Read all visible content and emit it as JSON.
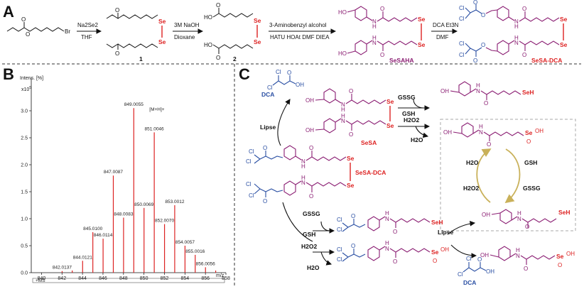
{
  "panels": {
    "a": "A",
    "b": "B",
    "c": "C"
  },
  "panel_a": {
    "step1_reagent": "Na2Se2",
    "step1_solvent": "THF",
    "step2_reagent": "3M NaOH",
    "step2_solvent": "Dioxane",
    "step3_reagent": "3-Aminobenzyl alcohol",
    "step3_conditions": "HATU HOAt DMF DIEA",
    "step4_reagent": "DCA Et3N",
    "step4_solvent": "DMF",
    "compound1": "1",
    "compound2": "2",
    "sesaha": "SeSAHA",
    "sesa_dca": "SeSA-DCA",
    "br": "Br",
    "se": "Se",
    "o": "O",
    "ho": "HO",
    "h": "H",
    "n": "N",
    "cl": "Cl"
  },
  "panel_c": {
    "dca": "DCA",
    "dca2": "DCA",
    "lipse1": "Lipse",
    "lipse2": "Lipse",
    "sesa": "SeSA",
    "sesa_dca": "SeSA-DCA",
    "gssg_top": "GSSG",
    "gsh_top": "GSH",
    "h2o2_top": "H2O2",
    "h2o_top": "H2O",
    "gssg_bot": "GSSG",
    "gsh_bot": "GSH",
    "h2o2_bot": "H2O2",
    "h2o_bot": "H2O",
    "box_h2o": "H2O",
    "box_h2o2": "H2O2",
    "box_gsh": "GSH",
    "box_gssg": "GSSG",
    "seh": "SeH",
    "seoh": "Se",
    "oh": "OH",
    "o": "O",
    "cl": "Cl",
    "h": "H",
    "n": "N"
  },
  "chart_data": {
    "type": "bar",
    "ylabel": "Intens. [%]",
    "y_multiplier": "x10",
    "y_multiplier_exp": "5",
    "xlabel": "m/z",
    "ion_label": "+MS",
    "xlim": [
      839,
      858
    ],
    "ylim": [
      0,
      3.5
    ],
    "x_ticks": [
      840,
      842,
      844,
      846,
      848,
      850,
      852,
      854,
      856,
      858
    ],
    "y_ticks": [
      0.0,
      0.5,
      1.0,
      1.5,
      2.0,
      2.5,
      3.0
    ],
    "ion_annotation": "[M+H]+",
    "peaks": [
      {
        "x": 842.0137,
        "y": 0.03,
        "label": "842.0137"
      },
      {
        "x": 843.0,
        "y": 0.04,
        "label": ""
      },
      {
        "x": 844.0121,
        "y": 0.22,
        "label": "844.0121"
      },
      {
        "x": 845.01,
        "y": 0.75,
        "label": "845.0100"
      },
      {
        "x": 846.0114,
        "y": 0.63,
        "label": "846.0114"
      },
      {
        "x": 847.0087,
        "y": 1.8,
        "label": "847.0087"
      },
      {
        "x": 848.0083,
        "y": 1.02,
        "label": "848.0083"
      },
      {
        "x": 849.0055,
        "y": 3.05,
        "label": "849.0055"
      },
      {
        "x": 850.0069,
        "y": 1.2,
        "label": "850.0069"
      },
      {
        "x": 851.0046,
        "y": 2.6,
        "label": "851.0046"
      },
      {
        "x": 852.007,
        "y": 0.9,
        "label": "852.0070"
      },
      {
        "x": 853.0012,
        "y": 1.25,
        "label": "853.0012"
      },
      {
        "x": 854.0057,
        "y": 0.5,
        "label": "854.0057"
      },
      {
        "x": 855.0016,
        "y": 0.33,
        "label": "855.0016"
      },
      {
        "x": 856.0056,
        "y": 0.1,
        "label": "856.0056"
      },
      {
        "x": 857.0,
        "y": 0.04,
        "label": ""
      }
    ]
  }
}
